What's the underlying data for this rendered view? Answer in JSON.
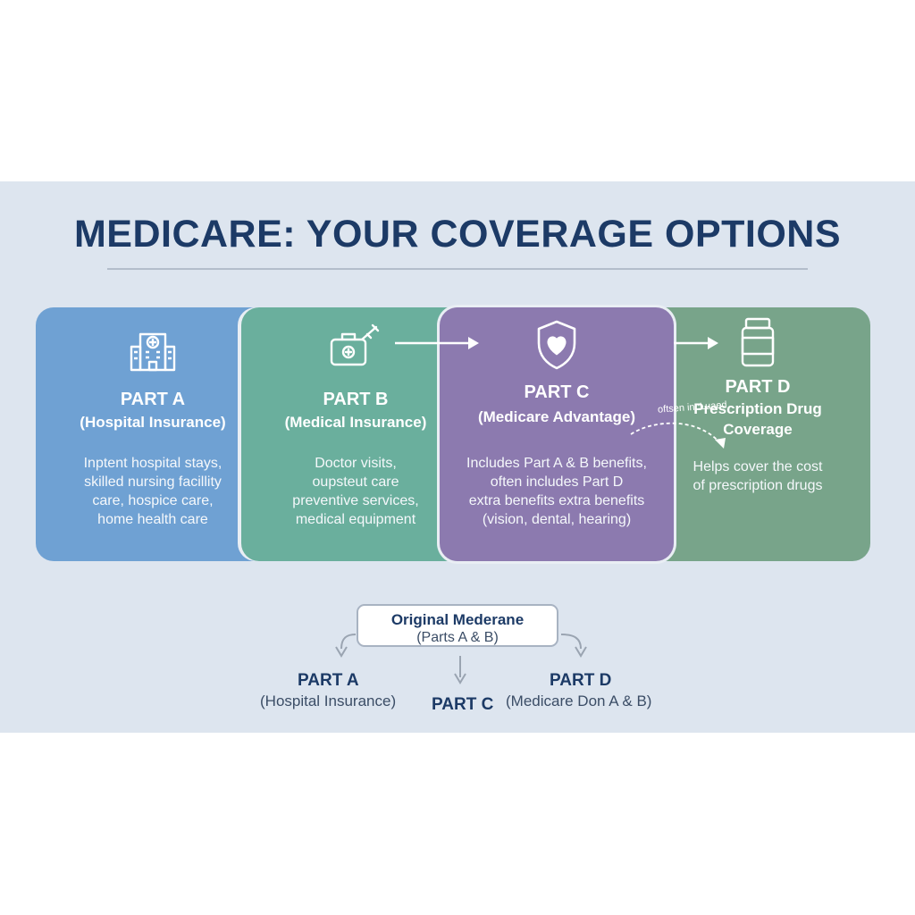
{
  "title": "MEDICARE: YOUR COVERAGE OPTIONS",
  "cards": [
    {
      "id": "a",
      "icon": "hospital-icon",
      "name": "PART A",
      "subtitle": "(Hospital Insurance)",
      "body": [
        "Inptent hospital stays,",
        "skilled nursing facillity",
        "care, hospice care,",
        "home health care"
      ],
      "color": "#6fa1d3"
    },
    {
      "id": "b",
      "icon": "medical-kit-icon",
      "name": "PART B",
      "subtitle": "(Medical Insurance)",
      "body": [
        "Doctor visits,",
        "oupsteut care",
        "preventive services,",
        "medical equipment"
      ],
      "color": "#6aaf9d"
    },
    {
      "id": "c",
      "icon": "shield-heart-icon",
      "name": "PART C",
      "subtitle": "(Medicare Advantage)",
      "body": [
        "Includes Part A & B benefits,",
        "often includes Part D",
        "extra benefits extra benefits",
        "(vision, dental, hearing)"
      ],
      "color": "#8c7aaf"
    },
    {
      "id": "d",
      "icon": "pill-bottle-icon",
      "name": "PART D",
      "subtitle": [
        "Prescription Drug",
        "Coverage"
      ],
      "body": [
        "Helps cover the cost",
        "of prescription drugs"
      ],
      "color": "#78a48a"
    }
  ],
  "curved_note": "oftsen incLuaed",
  "original": {
    "title": "Original Mederane",
    "subtitle": "(Parts A & B)"
  },
  "tree": {
    "part_a_name": "PART A",
    "part_a_sub": "(Hospital Insurance)",
    "part_c_name": "PART C",
    "part_d_name": "PART D",
    "part_d_sub": "(Medicare Don A & B)"
  },
  "colors": {
    "title": "#1c3a66",
    "panel": "#dde5ef",
    "connector": "#9aa4b1"
  }
}
